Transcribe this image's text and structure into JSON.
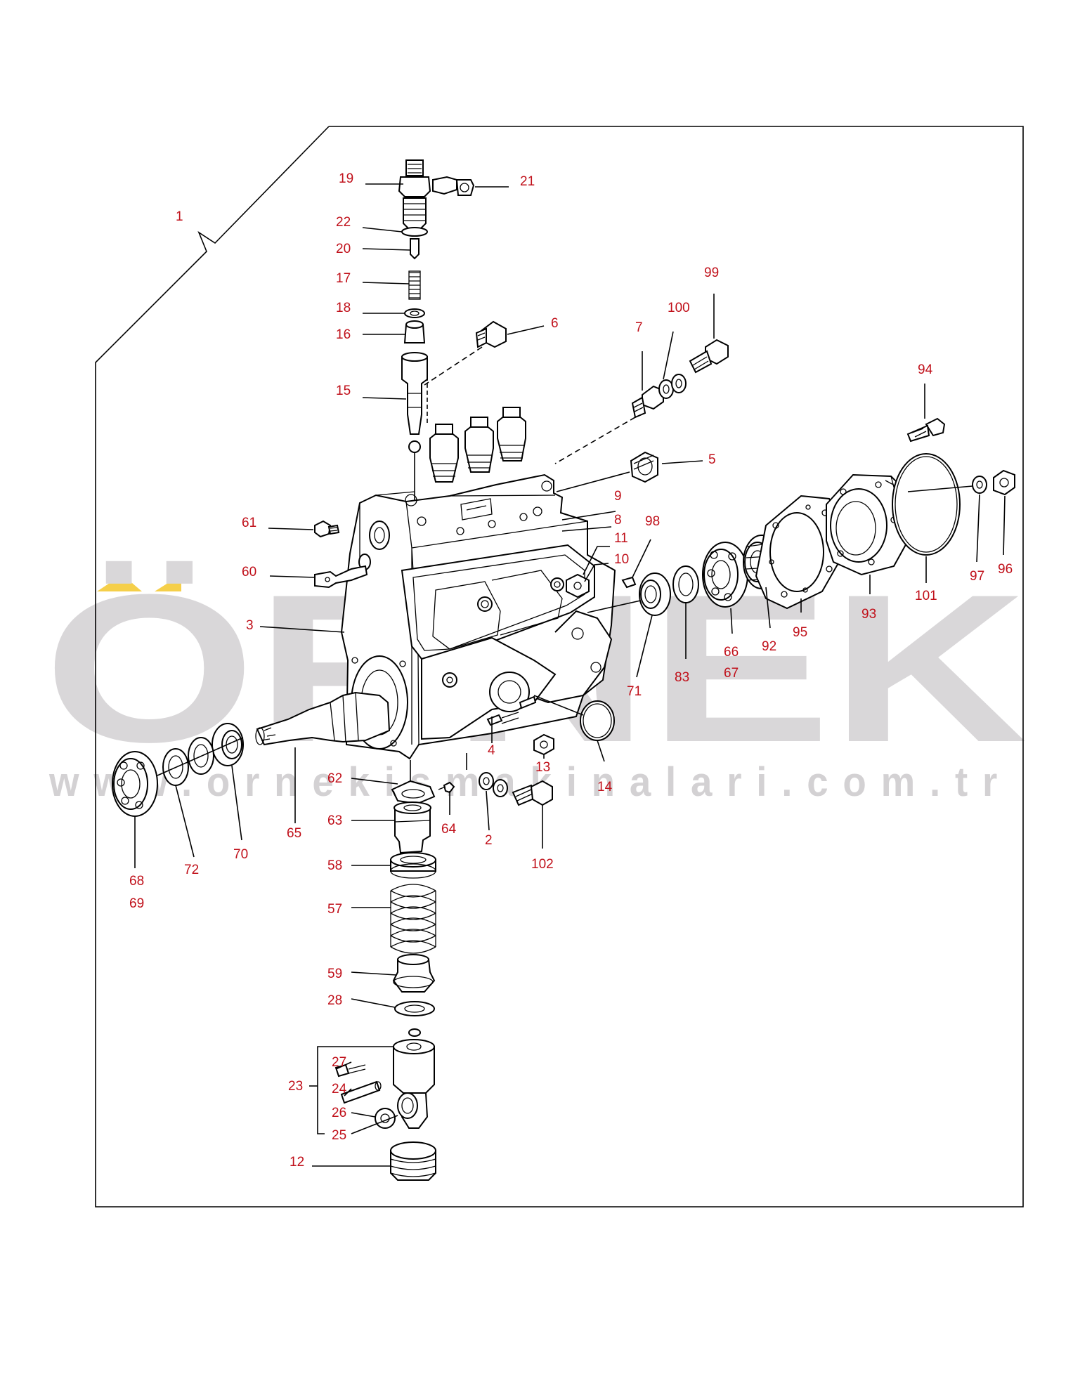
{
  "watermark": {
    "brand": "ÖRNEK",
    "url": "www.ornekismakinalari.com.tr",
    "accent_color": "#f5cf4a",
    "text_color": "#d9d7d9"
  },
  "diagram": {
    "line_color": "#000000",
    "callout_color": "#c0101a"
  },
  "callouts": [
    {
      "id": "c1",
      "label": "1"
    },
    {
      "id": "c19",
      "label": "19"
    },
    {
      "id": "c21",
      "label": "21"
    },
    {
      "id": "c22",
      "label": "22"
    },
    {
      "id": "c20",
      "label": "20"
    },
    {
      "id": "c17",
      "label": "17"
    },
    {
      "id": "c18",
      "label": "18"
    },
    {
      "id": "c16",
      "label": "16"
    },
    {
      "id": "c6",
      "label": "6"
    },
    {
      "id": "c15",
      "label": "15"
    },
    {
      "id": "c99",
      "label": "99"
    },
    {
      "id": "c100",
      "label": "100"
    },
    {
      "id": "c7",
      "label": "7"
    },
    {
      "id": "c94",
      "label": "94"
    },
    {
      "id": "c5",
      "label": "5"
    },
    {
      "id": "c9",
      "label": "9"
    },
    {
      "id": "c8",
      "label": "8"
    },
    {
      "id": "c11",
      "label": "11"
    },
    {
      "id": "c10",
      "label": "10"
    },
    {
      "id": "c98",
      "label": "98"
    },
    {
      "id": "c61",
      "label": "61"
    },
    {
      "id": "c60",
      "label": "60"
    },
    {
      "id": "c3",
      "label": "3"
    },
    {
      "id": "c97",
      "label": "97"
    },
    {
      "id": "c96",
      "label": "96"
    },
    {
      "id": "c101",
      "label": "101"
    },
    {
      "id": "c93",
      "label": "93"
    },
    {
      "id": "c95",
      "label": "95"
    },
    {
      "id": "c92",
      "label": "92"
    },
    {
      "id": "c66",
      "label": "66"
    },
    {
      "id": "c67",
      "label": "67"
    },
    {
      "id": "c83",
      "label": "83"
    },
    {
      "id": "c71",
      "label": "71"
    },
    {
      "id": "c14",
      "label": "14"
    },
    {
      "id": "c13",
      "label": "13"
    },
    {
      "id": "c4",
      "label": "4"
    },
    {
      "id": "c62",
      "label": "62"
    },
    {
      "id": "c64",
      "label": "64"
    },
    {
      "id": "c2",
      "label": "2"
    },
    {
      "id": "c102",
      "label": "102"
    },
    {
      "id": "c63",
      "label": "63"
    },
    {
      "id": "c65",
      "label": "65"
    },
    {
      "id": "c70",
      "label": "70"
    },
    {
      "id": "c72",
      "label": "72"
    },
    {
      "id": "c68",
      "label": "68"
    },
    {
      "id": "c69",
      "label": "69"
    },
    {
      "id": "c58",
      "label": "58"
    },
    {
      "id": "c57",
      "label": "57"
    },
    {
      "id": "c59",
      "label": "59"
    },
    {
      "id": "c28",
      "label": "28"
    },
    {
      "id": "c27",
      "label": "27"
    },
    {
      "id": "c24",
      "label": "24"
    },
    {
      "id": "c23",
      "label": "23"
    },
    {
      "id": "c26",
      "label": "26"
    },
    {
      "id": "c25",
      "label": "25"
    },
    {
      "id": "c12",
      "label": "12"
    }
  ]
}
